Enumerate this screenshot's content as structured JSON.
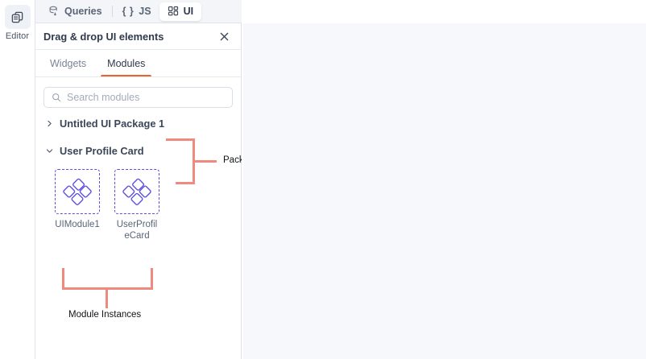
{
  "rail": {
    "items": [
      {
        "label": "Editor",
        "icon": "editor-pages-icon",
        "active": true
      }
    ]
  },
  "topbar": {
    "tabs": [
      {
        "id": "queries",
        "label": "Queries",
        "icon": "database-query-icon",
        "active": false
      },
      {
        "id": "js",
        "label": "JS",
        "icon": "braces-icon",
        "active": false
      },
      {
        "id": "ui",
        "label": "UI",
        "icon": "grid-squares-icon",
        "active": true
      }
    ]
  },
  "panel": {
    "title": "Drag & drop UI elements",
    "close_icon": "close-icon",
    "subtabs": [
      {
        "id": "widgets",
        "label": "Widgets",
        "active": false
      },
      {
        "id": "modules",
        "label": "Modules",
        "active": true
      }
    ],
    "search": {
      "placeholder": "Search modules",
      "value": "",
      "icon": "search-icon"
    },
    "tree": [
      {
        "label": "Untitled UI Package 1",
        "expanded": false,
        "chevron": "chevron-right-icon"
      },
      {
        "label": "User Profile Card",
        "expanded": true,
        "chevron": "chevron-down-icon"
      }
    ],
    "modules": [
      {
        "name": "UIModule1",
        "icon": "module-diamonds-icon"
      },
      {
        "name": "UserProfileCard",
        "icon": "module-diamonds-icon"
      }
    ]
  },
  "annotations": [
    {
      "id": "package",
      "label": "Package"
    },
    {
      "id": "module-instances",
      "label": "Module Instances"
    }
  ],
  "colors": {
    "accent_orange": "#e8642a",
    "annotation_salmon": "#f08a7f",
    "module_purple": "#5b4ee0",
    "canvas_bg": "#f7f8fb",
    "topbar_bg": "#f3f5f8"
  }
}
